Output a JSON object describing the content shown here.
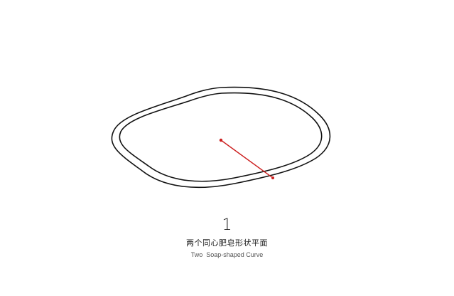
{
  "figure": {
    "number": "1",
    "title_cn": "两个同心肥皂形状平面",
    "title_en": "Two  Soap-shaped Curve",
    "curve_color": "#111111",
    "radius_color": "#cc1f1f"
  }
}
